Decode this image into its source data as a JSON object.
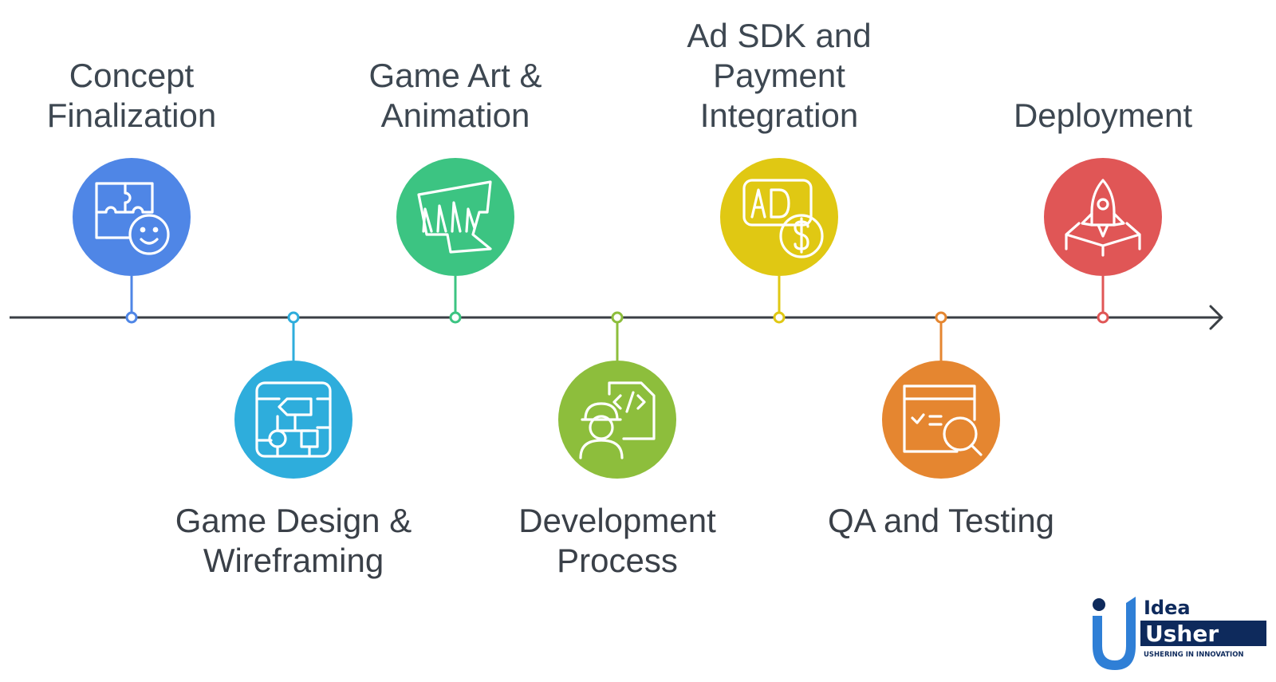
{
  "colors": {
    "axis": "#3a3f44",
    "label_text_top": "#3d4751",
    "label_text_bottom": "#3a4048"
  },
  "steps": [
    {
      "label": "Concept\nFinalization",
      "color": "#4f86e6",
      "icon": "puzzle-face-icon",
      "position": "top"
    },
    {
      "label": "Game Design &\nWireframing",
      "color": "#2eaddc",
      "icon": "flowchart-icon",
      "position": "bottom"
    },
    {
      "label": "Game Art &\nAnimation",
      "color": "#3cc482",
      "icon": "art-tool-icon",
      "position": "top"
    },
    {
      "label": "Development\nProcess",
      "color": "#8dbe3c",
      "icon": "developer-code-icon",
      "position": "bottom"
    },
    {
      "label": "Ad SDK and\nPayment\nIntegration",
      "color": "#e0c813",
      "icon": "ad-dollar-icon",
      "position": "top"
    },
    {
      "label": "QA and Testing",
      "color": "#e58630",
      "icon": "browser-search-icon",
      "position": "bottom"
    },
    {
      "label": "Deployment",
      "color": "#e05656",
      "icon": "rocket-launch-icon",
      "position": "top"
    }
  ],
  "logo": {
    "line1": "Idea",
    "line2": "Usher",
    "tagline": "USHERING IN INNOVATION",
    "color_dark": "#0e2a5c",
    "color_blue": "#2f7fd6"
  }
}
